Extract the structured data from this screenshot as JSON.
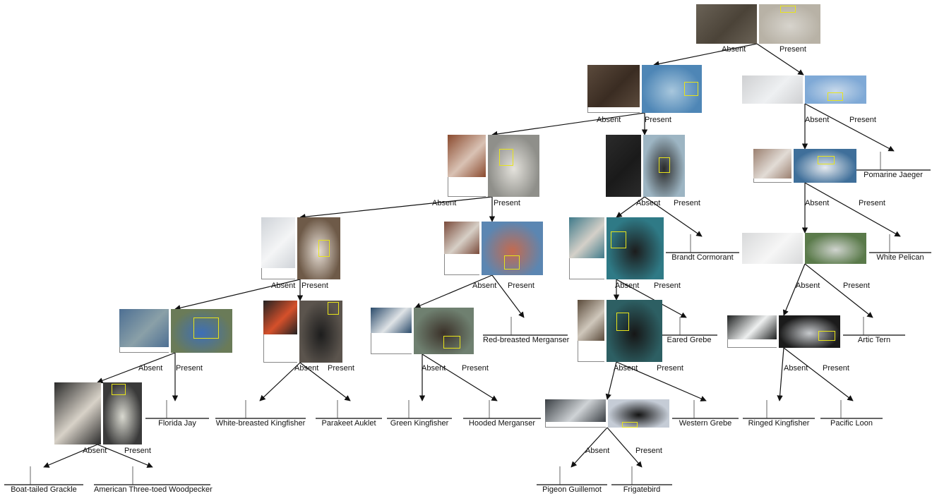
{
  "diagram": {
    "branch_absent": "Absent",
    "branch_present": "Present",
    "colors": {
      "edge": "#111111",
      "leaf_stub": "#999999",
      "leaf_base": "#333333",
      "focus_box": "#e8e41a"
    },
    "decision_nodes": [
      {
        "id": "n1"
      },
      {
        "id": "n2"
      },
      {
        "id": "n3"
      },
      {
        "id": "n4"
      },
      {
        "id": "n5"
      },
      {
        "id": "n6"
      },
      {
        "id": "n7"
      },
      {
        "id": "n8"
      },
      {
        "id": "n9"
      },
      {
        "id": "n10"
      },
      {
        "id": "n11"
      },
      {
        "id": "n12"
      },
      {
        "id": "n13"
      },
      {
        "id": "n14"
      },
      {
        "id": "n15"
      },
      {
        "id": "n16"
      },
      {
        "id": "n17"
      },
      {
        "id": "n18"
      },
      {
        "id": "n19"
      }
    ],
    "leaves": [
      {
        "id": "pomarine",
        "label": "Pomarine Jaeger"
      },
      {
        "id": "brandt",
        "label": "Brandt Cormorant"
      },
      {
        "id": "whitepelican",
        "label": "White Pelican"
      },
      {
        "id": "redmerg",
        "label": "Red-breasted Merganser"
      },
      {
        "id": "eared",
        "label": "Eared Grebe"
      },
      {
        "id": "artic",
        "label": "Artic Tern"
      },
      {
        "id": "florida",
        "label": "Florida Jay"
      },
      {
        "id": "wbk",
        "label": "White-breasted Kingfisher"
      },
      {
        "id": "parakeet",
        "label": "Parakeet Auklet"
      },
      {
        "id": "greenk",
        "label": "Green Kingfisher"
      },
      {
        "id": "hooded",
        "label": "Hooded Merganser"
      },
      {
        "id": "western",
        "label": "Western Grebe"
      },
      {
        "id": "ringed",
        "label": "Ringed Kingfisher"
      },
      {
        "id": "pacific",
        "label": "Pacific Loon"
      },
      {
        "id": "boat",
        "label": "Boat-tailed Grackle"
      },
      {
        "id": "a3toed",
        "label": "American Three-toed Woodpecker"
      },
      {
        "id": "pigeon",
        "label": "Pigeon Guillemot"
      },
      {
        "id": "frigate",
        "label": "Frigatebird"
      }
    ]
  }
}
